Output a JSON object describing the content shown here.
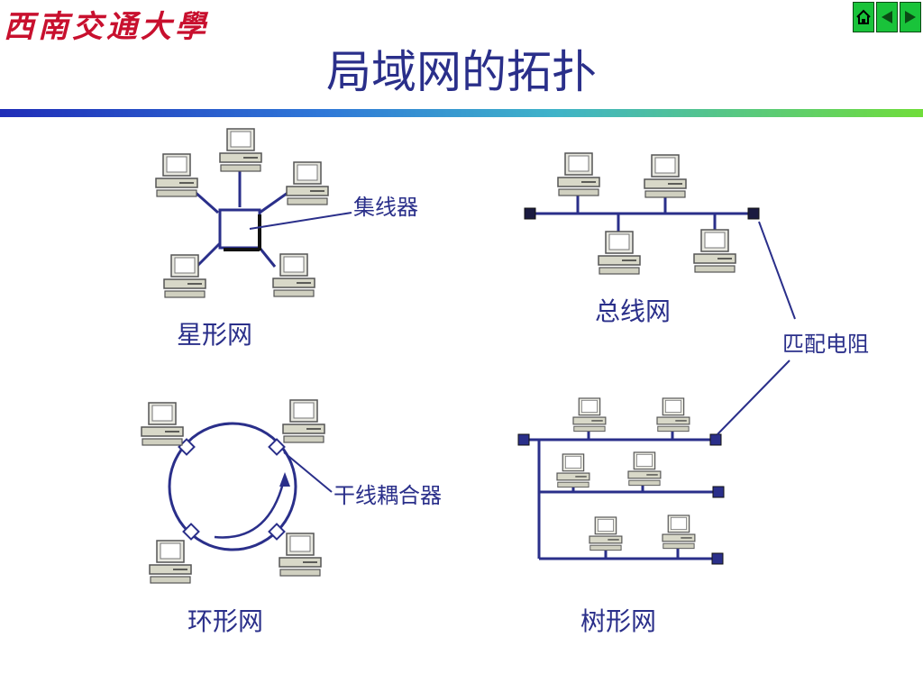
{
  "header": {
    "logo_text": "西南交通大學"
  },
  "nav": {
    "buttons": [
      {
        "name": "home",
        "icon": "home-icon"
      },
      {
        "name": "prev",
        "icon": "triangle-left-icon"
      },
      {
        "name": "next",
        "icon": "triangle-right-icon"
      }
    ]
  },
  "slide": {
    "title": "局域网的拓扑",
    "labels": {
      "hub": "集线器",
      "star": "星形网",
      "bus": "总线网",
      "terminator": "匹配电阻",
      "coupler": "干线耦合器",
      "ring": "环形网",
      "tree": "树形网"
    }
  },
  "colors": {
    "line": "#2a2f8a",
    "accent": "#19c33a",
    "rule_start": "#1f2db8",
    "rule_end": "#70dd3a"
  }
}
